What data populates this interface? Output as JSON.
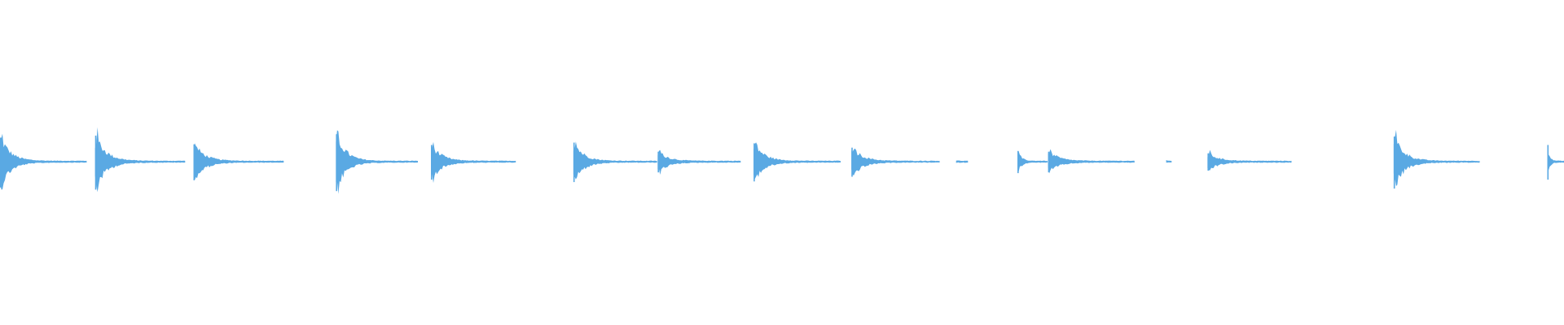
{
  "waveform": {
    "color": "#5aa9e3",
    "events": [
      {
        "start": 0.0,
        "end": 0.0554,
        "level": 0.72
      },
      {
        "start": 0.0608,
        "end": 0.1184,
        "level": 0.78
      },
      {
        "start": 0.1237,
        "end": 0.1814,
        "level": 0.52
      },
      {
        "start": 0.2148,
        "end": 0.2672,
        "level": 0.82
      },
      {
        "start": 0.2755,
        "end": 0.3298,
        "level": 0.5
      },
      {
        "start": 0.3666,
        "end": 0.4201,
        "level": 0.57
      },
      {
        "start": 0.4205,
        "end": 0.4736,
        "level": 0.3
      },
      {
        "start": 0.4818,
        "end": 0.5375,
        "level": 0.55
      },
      {
        "start": 0.5444,
        "end": 0.6008,
        "level": 0.42
      },
      {
        "start": 0.6113,
        "end": 0.6189,
        "level": 0.02
      },
      {
        "start": 0.6505,
        "end": 0.6698,
        "level": 0.32
      },
      {
        "start": 0.6701,
        "end": 0.7254,
        "level": 0.3
      },
      {
        "start": 0.7456,
        "end": 0.7491,
        "level": 0.02
      },
      {
        "start": 0.7721,
        "end": 0.8258,
        "level": 0.25
      },
      {
        "start": 0.8911,
        "end": 0.9461,
        "level": 0.75
      },
      {
        "start": 0.9893,
        "end": 1.0,
        "level": 0.5
      }
    ]
  }
}
